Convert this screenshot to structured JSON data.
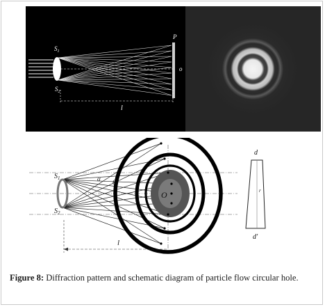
{
  "top_diagram": {
    "label_s1": "S",
    "label_s1_sub": "1",
    "label_s2": "S",
    "label_s2_sub": "2",
    "label_p": "P",
    "label_o": "o",
    "label_l": "l"
  },
  "bottom_diagram": {
    "label_s1": "S",
    "label_s1_sub": "1",
    "label_s2": "S",
    "label_s2_sub": "2",
    "label_alpha": "α",
    "label_theta": "θ",
    "label_o": "O",
    "label_l": "l",
    "label_d": "d",
    "label_d_prime": "d'",
    "label_r": "r"
  },
  "caption": {
    "label": "Figure 8:",
    "text": " Diffraction pattern and schematic diagram of particle flow circular hole."
  }
}
